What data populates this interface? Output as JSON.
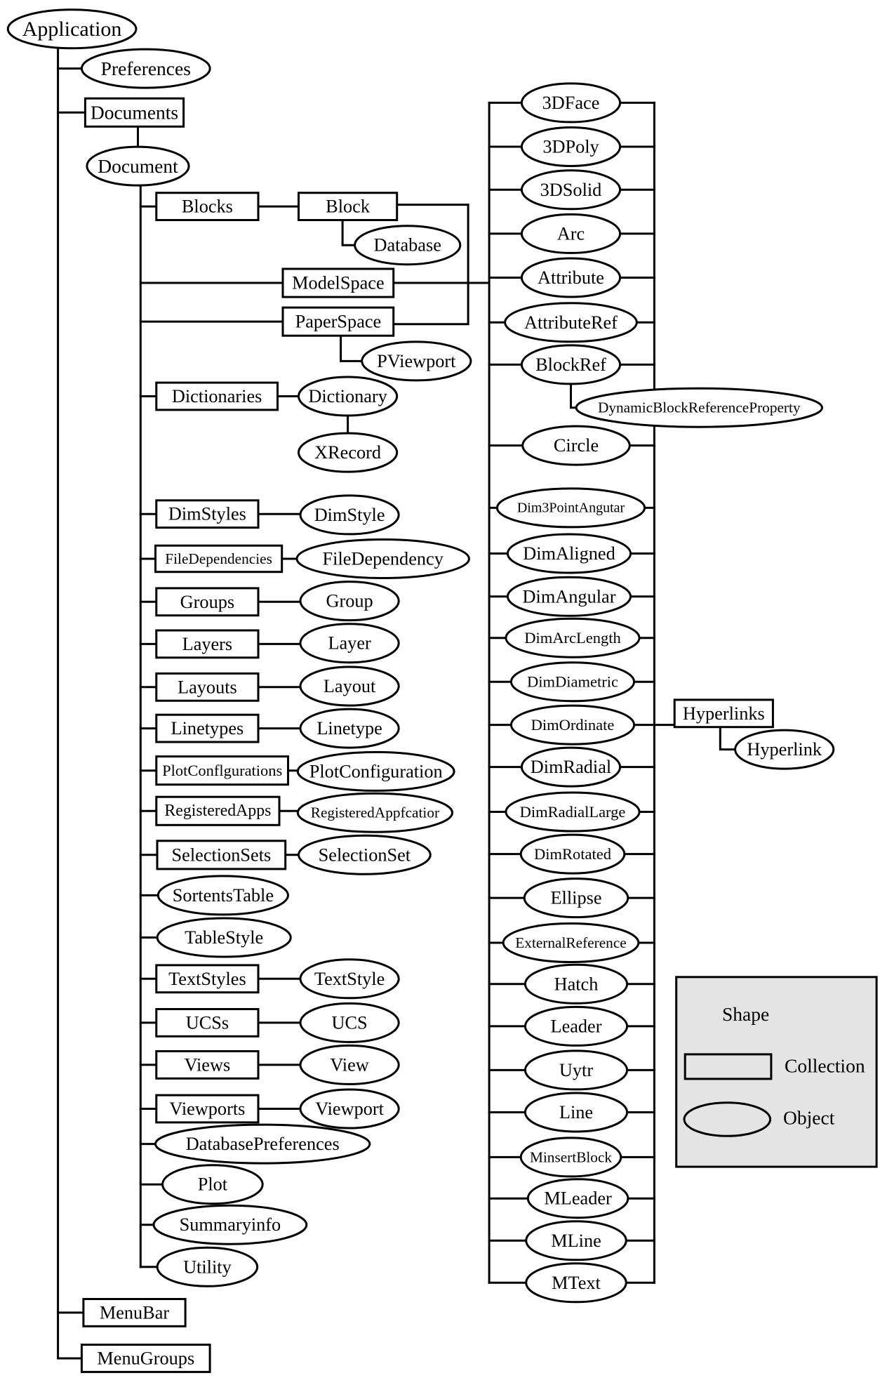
{
  "nodes": {
    "application": "Application",
    "preferences": "Preferences",
    "documents": "Documents",
    "document": "Document",
    "blocks": "Blocks",
    "block": "Block",
    "database": "Database",
    "modelspace": "ModelSpace",
    "paperspace": "PaperSpace",
    "pviewport": "PViewport",
    "dictionaries": "Dictionaries",
    "dictionary": "Dictionary",
    "xrecord": "XRecord",
    "dimstyles": "DimStyles",
    "dimstyle": "DimStyle",
    "filedependencies": "FileDependencies",
    "filedependency": "FileDependency",
    "groups": "Groups",
    "group": "Group",
    "layers": "Layers",
    "layer": "Layer",
    "layouts": "Layouts",
    "layout": "Layout",
    "linetypes": "Linetypes",
    "linetype": "Linetype",
    "plotconfigurations": "PlotConflgurations",
    "plotconfiguration": "PlotConfiguration",
    "registeredapps": "RegisteredApps",
    "registeredapplication": "RegisteredAppfcatior",
    "selectionsets": "SelectionSets",
    "selectionset": "SelectionSet",
    "sortentstable": "SortentsTable",
    "tablestyle": "TableStyle",
    "textstyles": "TextStyles",
    "textstyle": "TextStyle",
    "ucss": "UCSs",
    "ucs": "UCS",
    "views": "Views",
    "view": "View",
    "viewports": "Viewports",
    "viewport": "Viewport",
    "databasepreferences": "DatabasePreferences",
    "plot": "Plot",
    "summaryinfo": "Summaryinfo",
    "utility": "Utility",
    "menubar": "MenuBar",
    "menugroups": "MenuGroups",
    "face3d": "3DFace",
    "poly3d": "3DPoly",
    "solid3d": "3DSolid",
    "arc": "Arc",
    "attribute": "Attribute",
    "attributeref": "AttributeRef",
    "blockref": "BlockRef",
    "dynamicblockreferenceproperty": "DynamicBlockReferenceProperty",
    "circle": "Circle",
    "dim3pointangular": "Dim3PointAngutar",
    "dimaligned": "DimAligned",
    "dimangular": "DimAngular",
    "dimarclength": "DimArcLength",
    "dimdiametric": "DimDiametric",
    "dimordinate": "DimOrdinate",
    "dimradial": "DimRadial",
    "dimradiallarge": "DimRadialLarge",
    "dimrotated": "DimRotated",
    "ellipse": "Ellipse",
    "externalreference": "ExternalReference",
    "hatch": "Hatch",
    "leader": "Leader",
    "uytr": "Uytr",
    "line": "Line",
    "minsertblock": "MinsertBlock",
    "mleader": "MLeader",
    "mline": "MLine",
    "mtext": "MText",
    "hyperlinks": "Hyperlinks",
    "hyperlink": "Hyperlink"
  },
  "legend": {
    "title": "Shape",
    "collection_label": "Collection",
    "object_label": "Object"
  }
}
